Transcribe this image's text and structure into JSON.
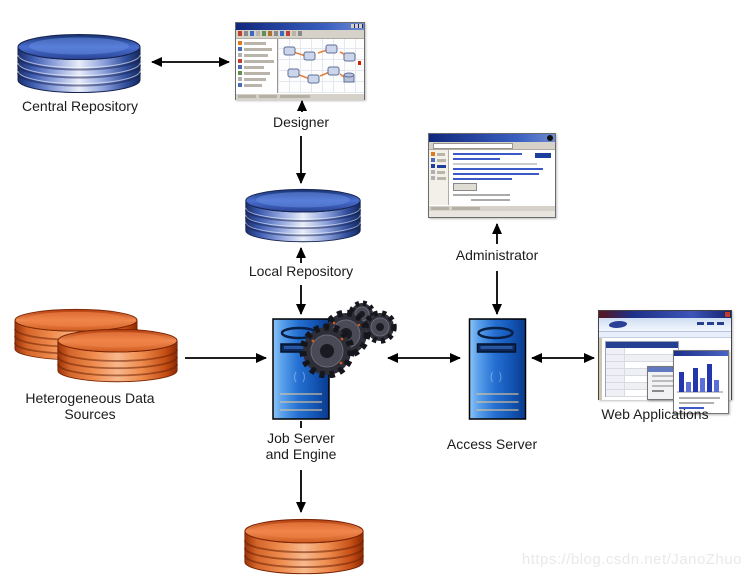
{
  "diagram": {
    "nodes": {
      "central_repository": {
        "label": "Central Repository"
      },
      "designer": {
        "label": "Designer"
      },
      "local_repository": {
        "label": "Local Repository"
      },
      "administrator": {
        "label": "Administrator"
      },
      "heterogeneous_sources": {
        "label_line1": "Heterogeneous Data",
        "label_line2": "Sources"
      },
      "job_server": {
        "label_line1": "Job Server",
        "label_line2": "and Engine"
      },
      "access_server": {
        "label": "Access Server"
      },
      "web_applications": {
        "label": "Web Applications"
      },
      "target_database": {
        "label": ""
      }
    },
    "edges": [
      {
        "from": "central_repository",
        "to": "designer",
        "bidirectional": true
      },
      {
        "from": "designer",
        "to": "local_repository",
        "bidirectional": false
      },
      {
        "from": "local_repository",
        "to": "job_server",
        "bidirectional": true
      },
      {
        "from": "heterogeneous_sources",
        "to": "job_server",
        "bidirectional": false
      },
      {
        "from": "job_server",
        "to": "access_server",
        "bidirectional": true
      },
      {
        "from": "access_server",
        "to": "administrator",
        "bidirectional": true
      },
      {
        "from": "access_server",
        "to": "web_applications",
        "bidirectional": true
      },
      {
        "from": "job_server",
        "to": "target_database",
        "bidirectional": false
      }
    ],
    "colors": {
      "blue_database": "#3a57b0",
      "orange_database": "#e8622d",
      "server_blue": "#2570d2",
      "arrow": "#000000",
      "label_text": "#1c1c1c",
      "watermark_text": "#e9e9e9"
    },
    "watermark": "https://blog.csdn.net/JanoZhuo"
  }
}
